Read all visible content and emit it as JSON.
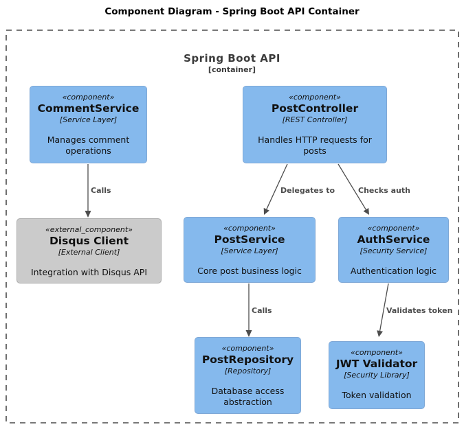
{
  "title": "Component Diagram - Spring Boot API Container",
  "boundary": {
    "name": "Spring Boot API",
    "type": "[container]"
  },
  "colors": {
    "component_fill": "#85B9ED",
    "external_component_fill": "#CBCBCB",
    "edge": "#4D4D4D",
    "boundary_border": "#4A4A4A",
    "text": "#111111"
  },
  "components": [
    {
      "stereotype": "«component»",
      "name": "CommentService",
      "type": "[Service Layer]",
      "description": "Manages comment operations"
    },
    {
      "stereotype": "«component»",
      "name": "PostController",
      "type": "[REST Controller]",
      "description": "Handles HTTP requests for posts"
    },
    {
      "stereotype": "«external_component»",
      "name": "Disqus Client",
      "type": "[External Client]",
      "description": "Integration with Disqus API"
    },
    {
      "stereotype": "«component»",
      "name": "PostService",
      "type": "[Service Layer]",
      "description": "Core post business logic"
    },
    {
      "stereotype": "«component»",
      "name": "AuthService",
      "type": "[Security Service]",
      "description": "Authentication logic"
    },
    {
      "stereotype": "«component»",
      "name": "PostRepository",
      "type": "[Repository]",
      "description": "Database access abstraction"
    },
    {
      "stereotype": "«component»",
      "name": "JWT Validator",
      "type": "[Security Library]",
      "description": "Token validation"
    }
  ],
  "edges": [
    {
      "from": "CommentService",
      "to": "Disqus Client",
      "label": "Calls"
    },
    {
      "from": "PostController",
      "to": "PostService",
      "label": "Delegates to"
    },
    {
      "from": "PostController",
      "to": "AuthService",
      "label": "Checks auth"
    },
    {
      "from": "PostService",
      "to": "PostRepository",
      "label": "Calls"
    },
    {
      "from": "AuthService",
      "to": "JWT Validator",
      "label": "Validates token"
    }
  ]
}
